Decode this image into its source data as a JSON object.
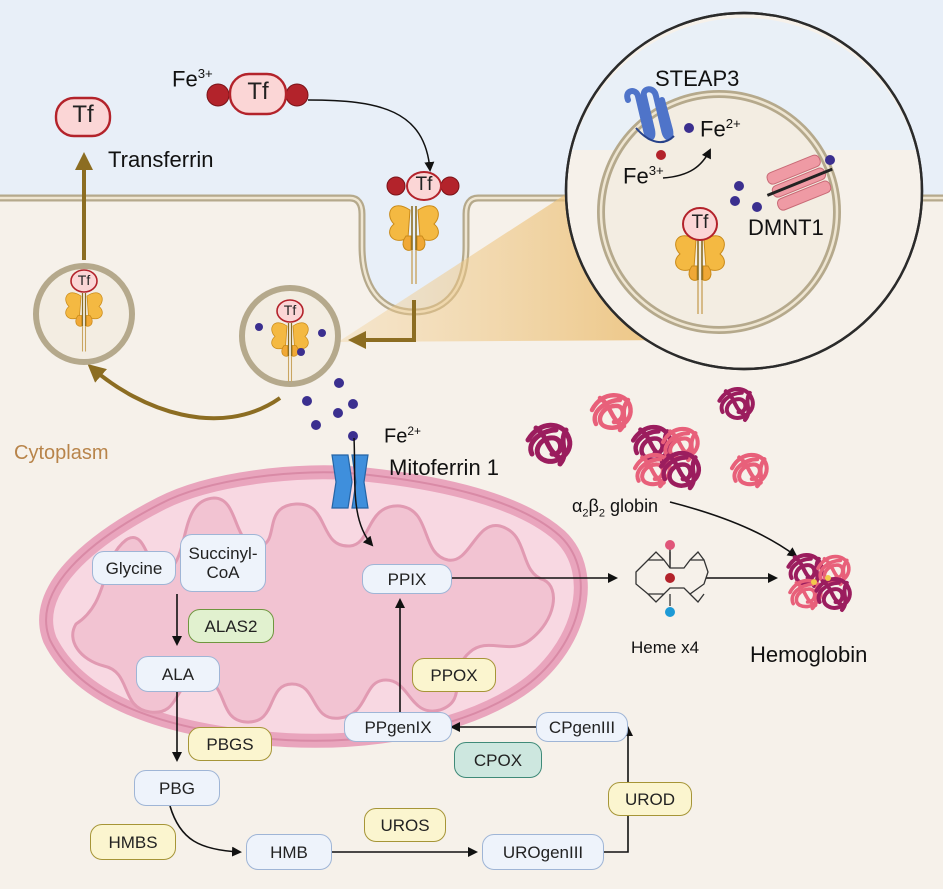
{
  "labels": {
    "transferrin": "Transferrin",
    "cytoplasm": "Cytoplasm",
    "steap3": "STEAP3",
    "dmnt1": "DMNT1",
    "mitoferrin": "Mitoferrin 1",
    "fe": "Fe",
    "fe3_charge": "3+",
    "fe2_charge": "2+",
    "tf": "Tf",
    "globin_alpha": "α",
    "globin_beta": "β",
    "globin_sub": "2",
    "globin_word": "globin",
    "heme": "Heme x4",
    "hemoglobin": "Hemoglobin"
  },
  "metabolites": {
    "glycine": "Glycine",
    "succinyl_coa": "Succinyl-CoA",
    "ala": "ALA",
    "pbg": "PBG",
    "hmb": "HMB",
    "urogen": "UROgenIII",
    "cpgen": "CPgenIII",
    "ppgen": "PPgenIX",
    "ppix": "PPIX"
  },
  "enzymes": {
    "alas2": "ALAS2",
    "pbgs": "PBGS",
    "hmbs": "HMBS",
    "uros": "UROS",
    "urod": "UROD",
    "cpox": "CPOX",
    "ppox": "PPOX"
  },
  "colors": {
    "extracellular": "#e8eff8",
    "cytoplasm": "#f6f1ea",
    "membrane": "#b5a98c",
    "vesicle_fill": "#f3ede2",
    "arrow_gold": "#8c6d22",
    "iron_red": "#b3232b",
    "iron_purple": "#3b2f8f",
    "tf_fill": "#fbd6d6",
    "tf_stroke": "#b3232b",
    "receptor": "#f4b942",
    "mito_outer": "#e9a5bd",
    "mito_fill": "#f8d8e2",
    "mitoferrin": "#3f8fdc",
    "dmnt1": "#ef9aa4",
    "steap3": "#4f74c9",
    "globin_alpha": "#9b1d5e",
    "globin_beta": "#e8607a"
  }
}
